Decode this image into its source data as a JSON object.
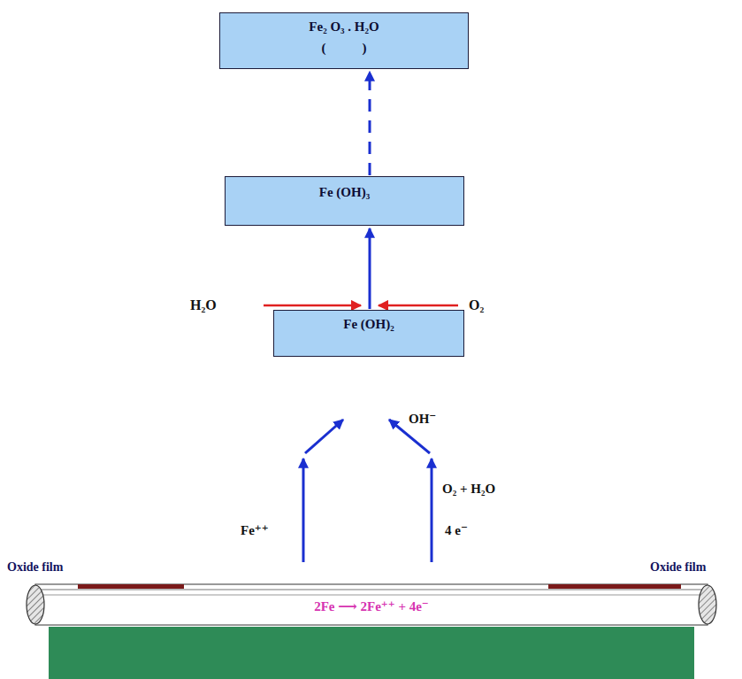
{
  "diagram": {
    "nodes": [
      {
        "text": [
          "Fe₂ O₃ . H₂O",
          "(           )"
        ]
      },
      {
        "text": [
          "Fe (OH)₃"
        ]
      },
      {
        "text": [
          "Fe (OH)₂"
        ]
      }
    ],
    "edges": [
      {
        "from": 2,
        "to": 1,
        "arrow": "to"
      },
      {
        "from": 1,
        "to": 0,
        "arrow": "to"
      }
    ],
    "labels": [
      "H₂O",
      "O₂",
      "OH⁻",
      "Fe⁺⁺",
      "O₂ + H₂O",
      "4 e⁻",
      "Oxide film",
      "Oxide film",
      "2Fe ⟶ 2Fe⁺⁺ + 4e⁻"
    ]
  }
}
